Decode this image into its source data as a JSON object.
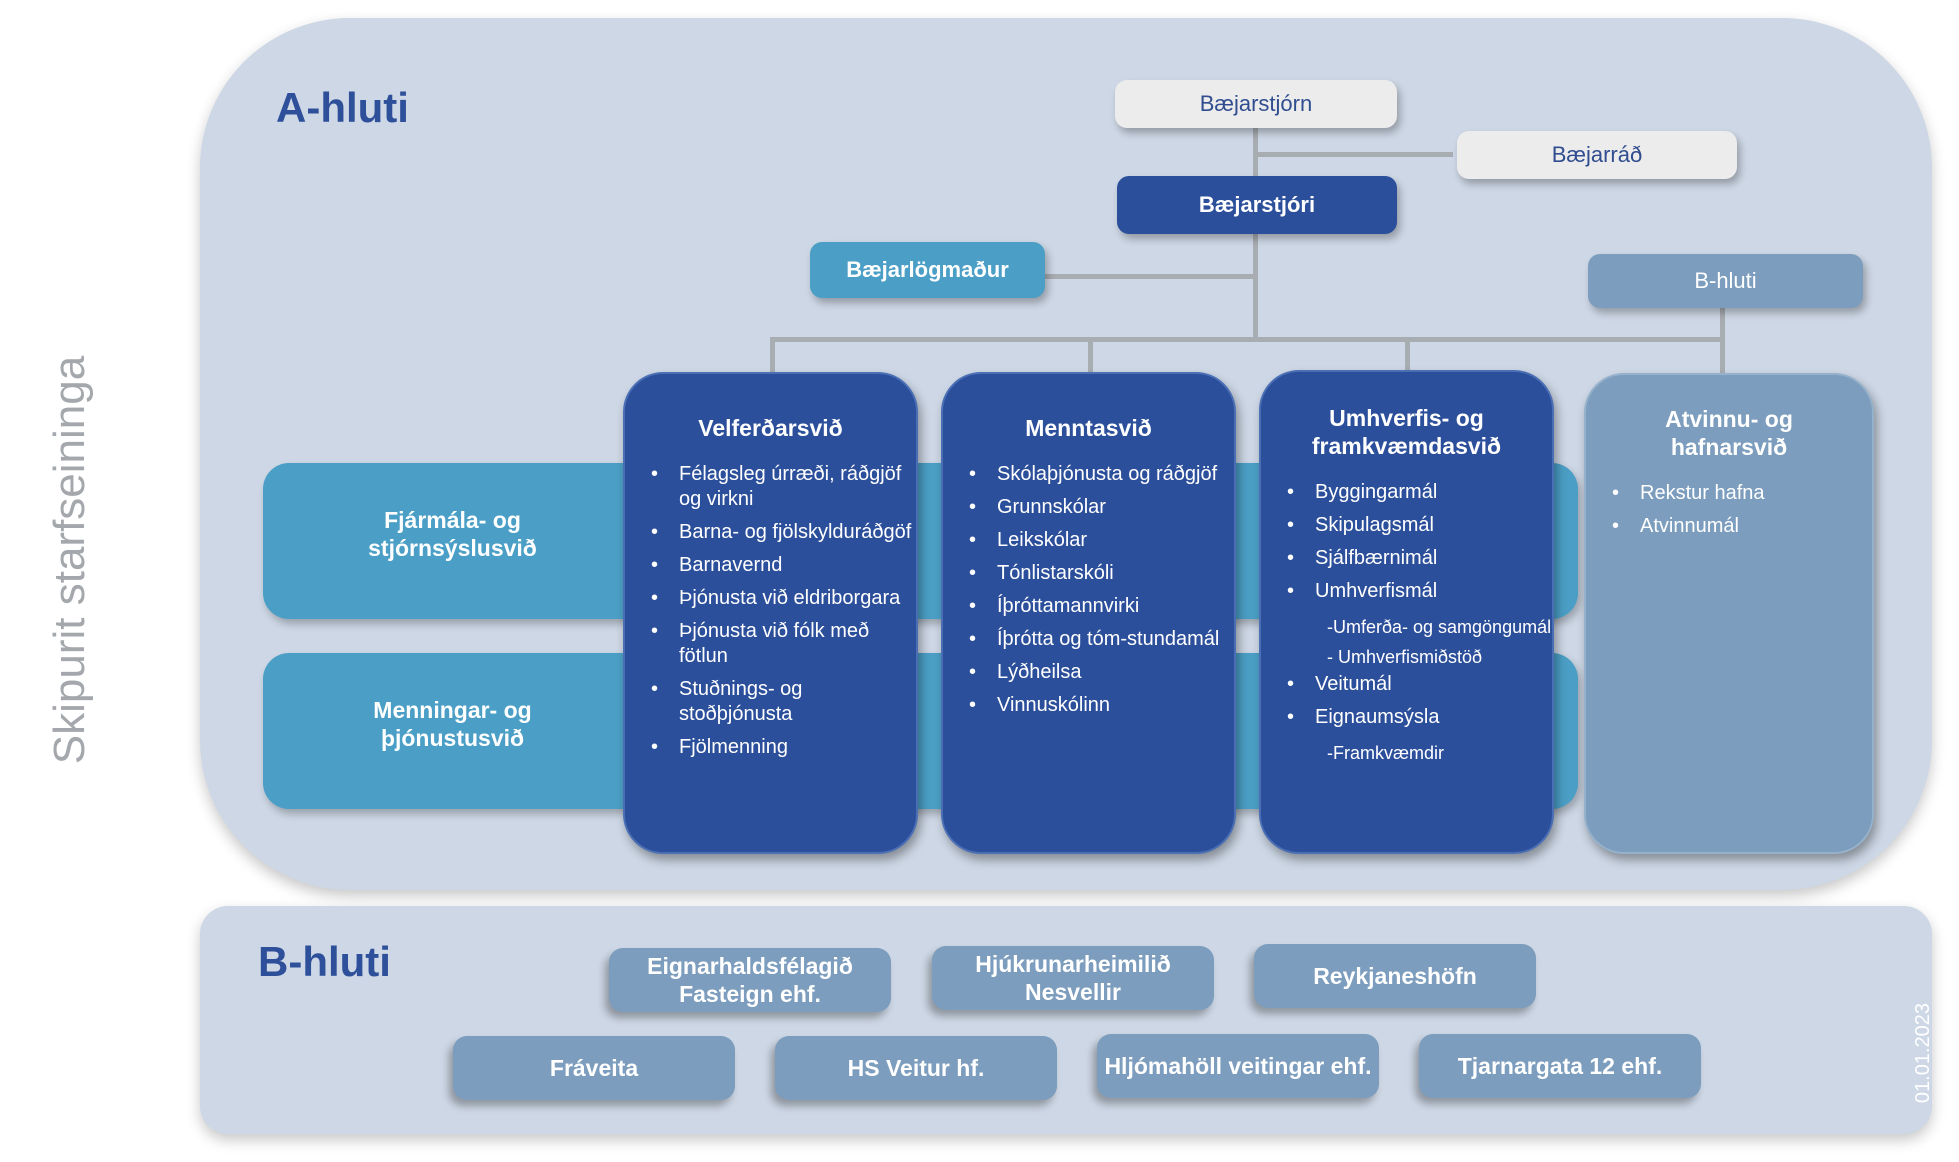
{
  "side_title": "Skipurit starfseininga",
  "date": "01.01.2023",
  "a_part": {
    "title": "A-hluti",
    "council": "Bæjarstjórn",
    "board": "Bæjarráð",
    "mayor": "Bæjarstjóri",
    "lawyer": "Bæjarlögmaður",
    "b_link": "B-hluti",
    "side_units": [
      "Fjármála- og stjórnsýslusvið",
      "Menningar- og þjónustusvið"
    ],
    "divisions": [
      {
        "title": "Velferðarsvið",
        "items": [
          {
            "text": "Félagsleg úrræði, ráðgjöf og virkni",
            "sub": false
          },
          {
            "text": "Barna- og fjölskylduráðgöf",
            "sub": false
          },
          {
            "text": "Barnavernd",
            "sub": false
          },
          {
            "text": "Þjónusta við eldriborgara",
            "sub": false
          },
          {
            "text": "Þjónusta við fólk með fötlun",
            "sub": false
          },
          {
            "text": "Stuðnings- og stoðþjónusta",
            "sub": false
          },
          {
            "text": "Fjölmenning",
            "sub": false
          }
        ]
      },
      {
        "title": "Menntasvið",
        "items": [
          {
            "text": "Skólaþjónusta og ráðgjöf",
            "sub": false
          },
          {
            "text": "Grunnskólar",
            "sub": false
          },
          {
            "text": "Leikskólar",
            "sub": false
          },
          {
            "text": "Tónlistarskóli",
            "sub": false
          },
          {
            "text": "Íþróttamannvirki",
            "sub": false
          },
          {
            "text": "Íþrótta og tóm-stundamál",
            "sub": false
          },
          {
            "text": "Lýðheilsa",
            "sub": false
          },
          {
            "text": "Vinnuskólinn",
            "sub": false
          }
        ]
      },
      {
        "title": "Umhverfis- og framkvæmdasvið",
        "items": [
          {
            "text": "Byggingarmál",
            "sub": false
          },
          {
            "text": "Skipulagsmál",
            "sub": false
          },
          {
            "text": "Sjálfbærnimál",
            "sub": false
          },
          {
            "text": "Umhverfismál",
            "sub": false
          },
          {
            "text": "-Umferða- og samgöngumál",
            "sub": true
          },
          {
            "text": "- Umhverfismiðstöð",
            "sub": true
          },
          {
            "text": "Veitumál",
            "sub": false
          },
          {
            "text": "Eignaumsýsla",
            "sub": false
          },
          {
            "text": "-Framkvæmdir",
            "sub": true
          }
        ]
      },
      {
        "title": "Atvinnu- og hafnarsvið",
        "items": [
          {
            "text": "Rekstur hafna",
            "sub": false
          },
          {
            "text": "Atvinnumál",
            "sub": false
          }
        ]
      }
    ]
  },
  "b_part": {
    "title": "B-hluti",
    "units": [
      "Eignarhaldsfélagið Fasteign ehf.",
      "Hjúkrunarheimilið Nesvellir",
      "Reykjaneshöfn",
      "Fráveita",
      "HS Veitur hf.",
      "Hljómahöll veitingar ehf.",
      "Tjarnargata 12 ehf."
    ]
  },
  "colors": {
    "panel": "#cdd7e5",
    "navy": "#2c4f9b",
    "teal": "#4b9fc6",
    "steel": "#7c9dbd",
    "light": "#ececec"
  }
}
